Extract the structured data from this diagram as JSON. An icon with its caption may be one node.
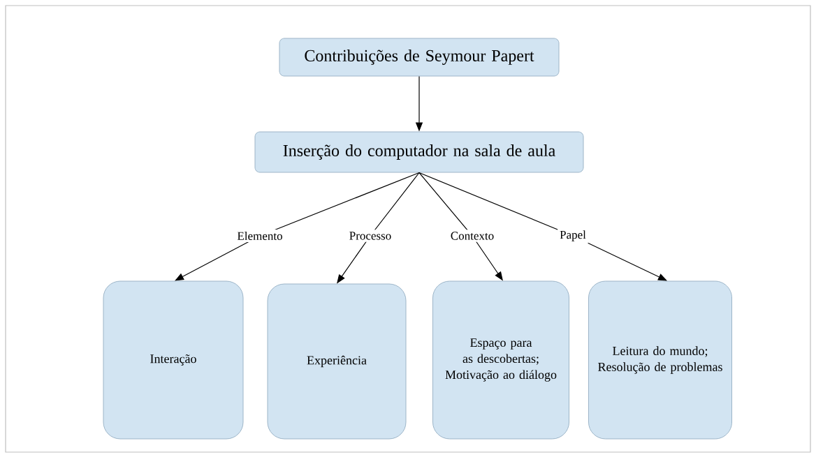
{
  "diagram": {
    "nodes": [
      {
        "text": [
          "Contribuições de Seymour Papert"
        ]
      },
      {
        "text": [
          "Inserção do computador na sala de aula"
        ]
      },
      {
        "text": [
          "Interação"
        ]
      },
      {
        "text": [
          "Experiência"
        ]
      },
      {
        "text": [
          "Espaço para as descobertas; Motivação ao diálogo"
        ]
      },
      {
        "text": [
          "Leitura do mundo; Resolução de problemas"
        ]
      }
    ],
    "edges": [
      {
        "from": 0,
        "to": 1,
        "arrow": "to"
      },
      {
        "from": 1,
        "to": 2,
        "arrow": "to",
        "label": "Elemento"
      },
      {
        "from": 1,
        "to": 3,
        "arrow": "to",
        "label": "Processo"
      },
      {
        "from": 1,
        "to": 4,
        "arrow": "to",
        "label": "Contexto"
      },
      {
        "from": 1,
        "to": 5,
        "arrow": "to",
        "label": "Papel"
      }
    ]
  }
}
